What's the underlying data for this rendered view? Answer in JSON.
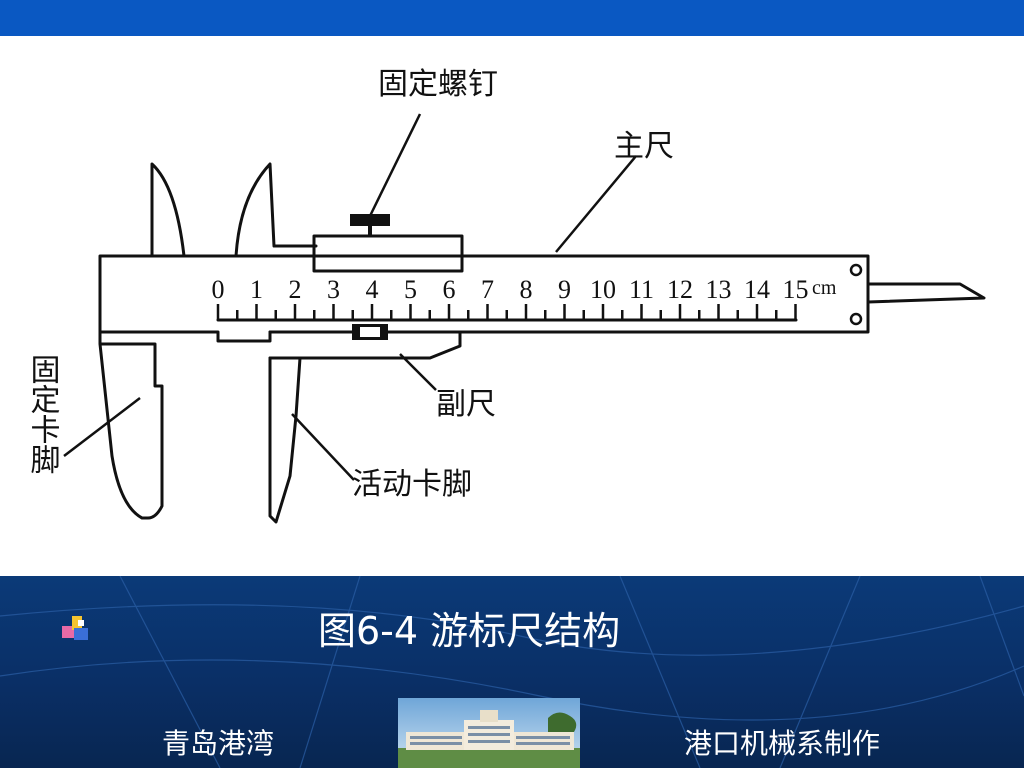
{
  "diagram": {
    "labels": {
      "fixing_screw": "固定螺钉",
      "main_scale": "主尺",
      "vernier_scale": "副尺",
      "movable_jaw": "活动卡脚",
      "fixed_jaw": "固定卡脚"
    },
    "scale_numbers": [
      "0",
      "1",
      "2",
      "3",
      "4",
      "5",
      "6",
      "7",
      "8",
      "9",
      "10",
      "11",
      "12",
      "13",
      "14",
      "15"
    ],
    "unit_mark": "cm"
  },
  "caption": "图6-4  游标尺结构",
  "footer": {
    "left_text": "青岛港湾",
    "right_text": "港口机械系制作"
  },
  "colors": {
    "top_bar": "#0a58c2",
    "footer_bg": "#0a2f66",
    "diagram_line": "#111111"
  },
  "icons": {
    "bullet": "colored-blocks-bullet-icon"
  }
}
